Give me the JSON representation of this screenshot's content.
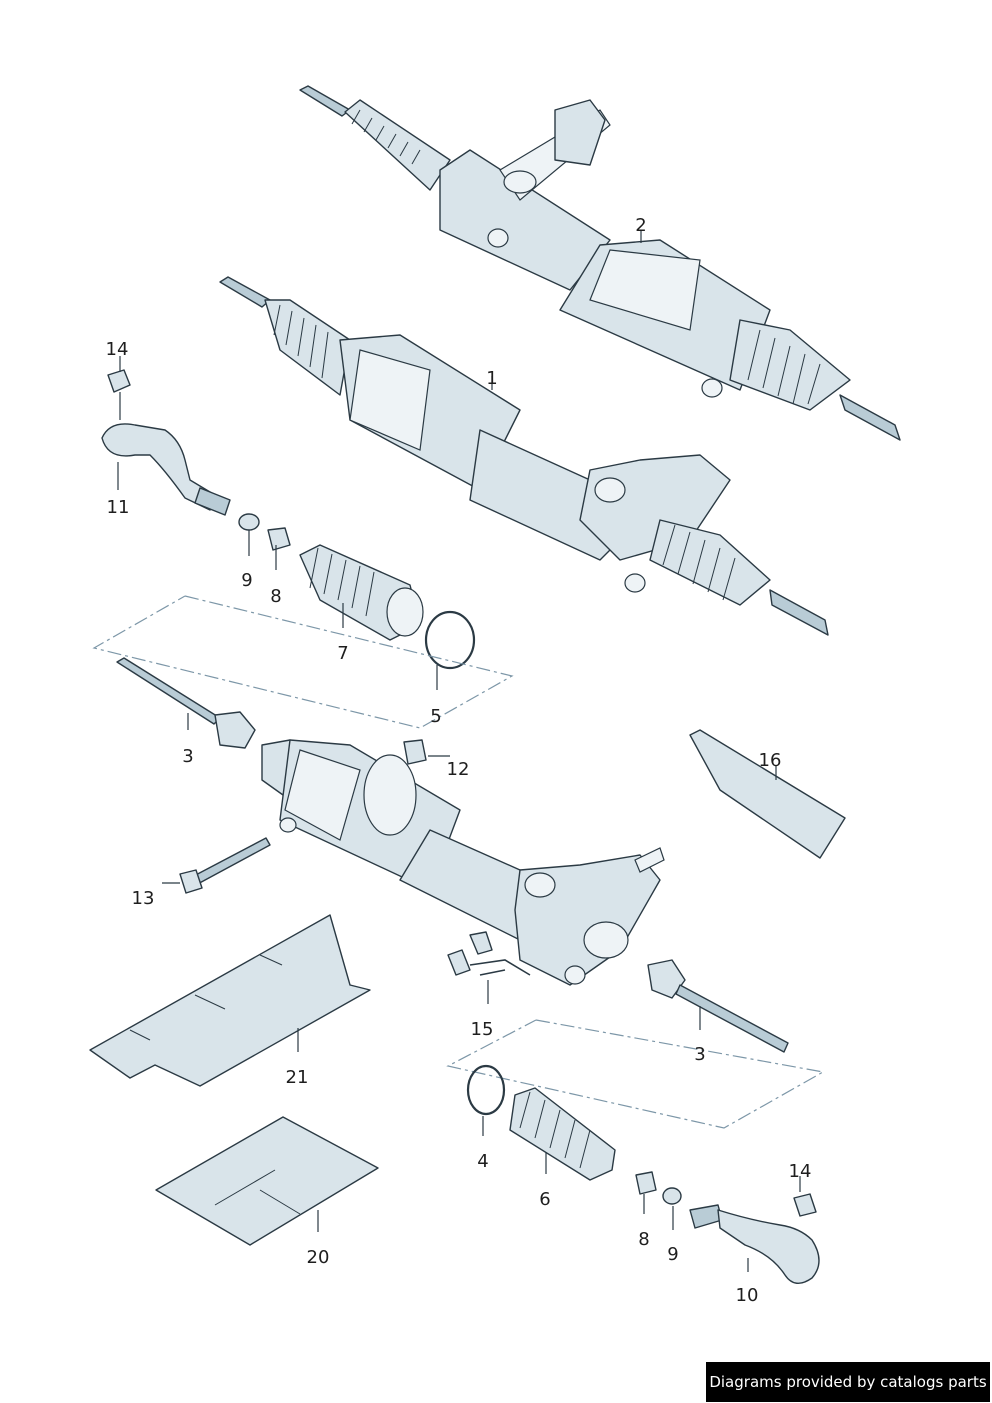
{
  "callouts": {
    "c1": "1",
    "c2": "2",
    "c3a": "3",
    "c3b": "3",
    "c4": "4",
    "c5": "5",
    "c6": "6",
    "c7": "7",
    "c8a": "8",
    "c8b": "8",
    "c9a": "9",
    "c9b": "9",
    "c10": "10",
    "c11": "11",
    "c12": "12",
    "c13": "13",
    "c14a": "14",
    "c14b": "14",
    "c15": "15",
    "c16": "16",
    "c20": "20",
    "c21": "21"
  },
  "footer": {
    "credit": "Diagrams provided by catalogs parts"
  },
  "colors": {
    "part_fill": "#d9e4ea",
    "outline": "#2b3a44",
    "dash_line": "#7d97a8"
  }
}
